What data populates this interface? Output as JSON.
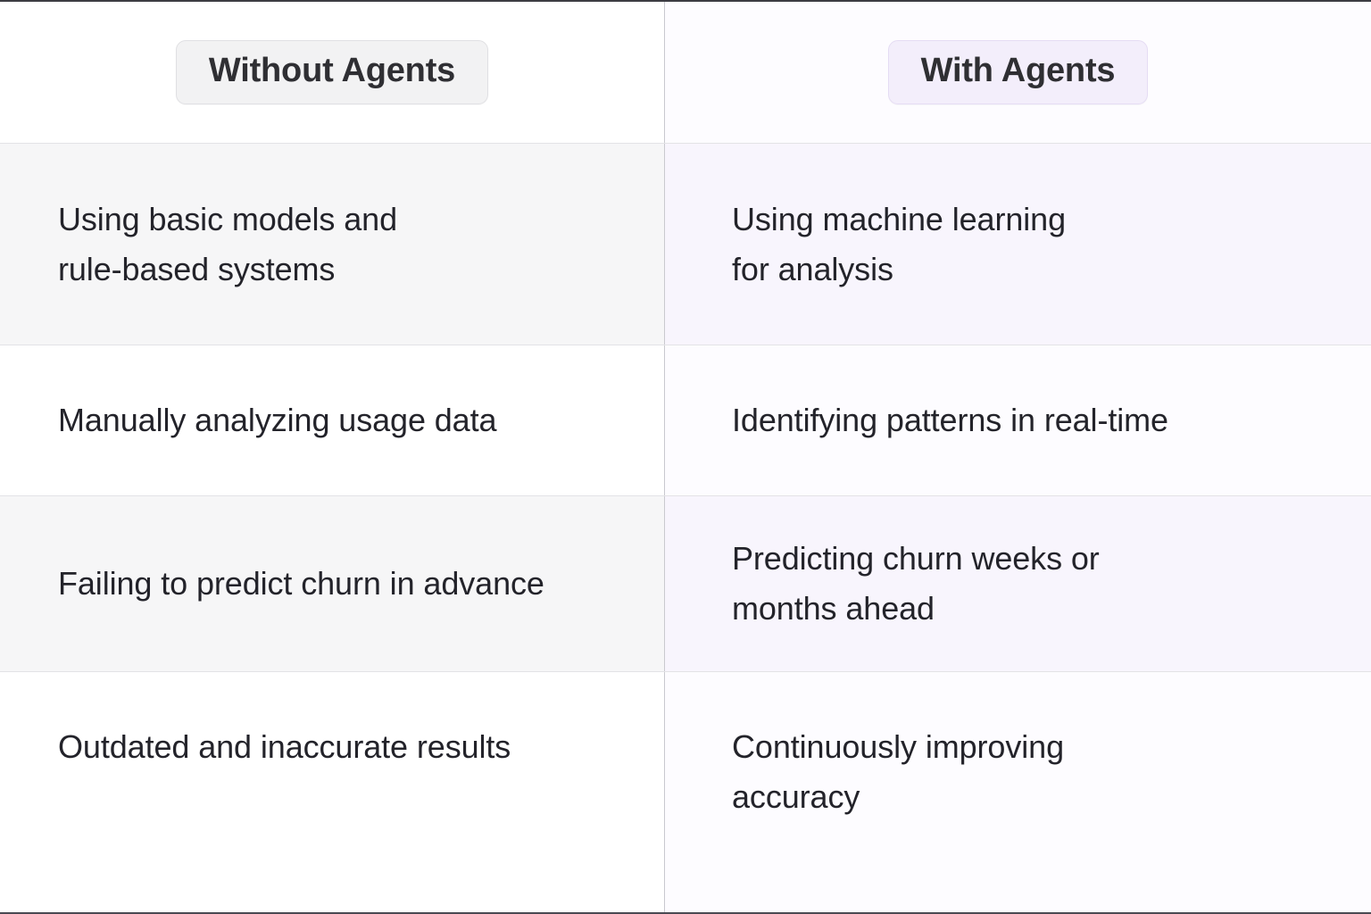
{
  "table": {
    "columns": [
      {
        "id": "without-agents",
        "label": "Without Agents",
        "style": "neutral",
        "accent": "#f2f2f3"
      },
      {
        "id": "with-agents",
        "label": "With Agents",
        "style": "accent",
        "accent": "#f3eefb"
      }
    ],
    "rows": [
      {
        "left": "Using basic models and\nrule-based systems",
        "left_line1": "Using basic models and",
        "left_line2": "rule-based systems",
        "right_line1": "Using machine learning",
        "right_line2": "for analysis"
      },
      {
        "left_line1": "Manually analyzing usage data",
        "left_line2": "",
        "right_line1": "Identifying patterns in real-time",
        "right_line2": ""
      },
      {
        "left_line1": "Failing to predict churn in advance",
        "left_line2": "",
        "right_line1": "Predicting churn weeks or",
        "right_line2": "months ahead"
      },
      {
        "left_line1": "Outdated and inaccurate results",
        "left_line2": "",
        "right_line1": "Continuously improving",
        "right_line2": "accuracy"
      }
    ]
  }
}
